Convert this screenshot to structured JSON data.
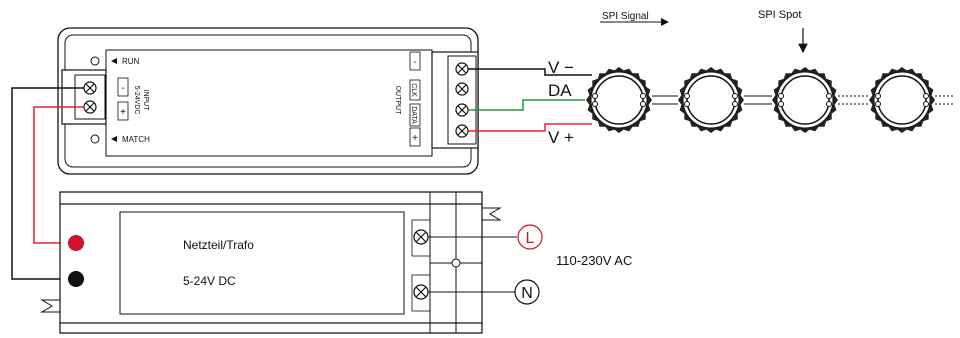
{
  "controller": {
    "run_label": "RUN",
    "match_label": "MATCH",
    "input_title": "INPUT",
    "input_voltage": "5-24VDC",
    "input_minus": "-",
    "input_plus": "+",
    "output_title": "OUTPUT",
    "output_clk": "CLK",
    "output_data": "DATA",
    "output_minus": "-",
    "output_plus": "+"
  },
  "wires": {
    "v_minus": "V −",
    "da": "DA",
    "v_plus": "V +"
  },
  "signal": {
    "spi_signal": "SPI Signal",
    "spi_spot": "SPI Spot"
  },
  "psu": {
    "name": "Netzteil/Trafo",
    "voltage": "5-24V DC",
    "terminal_l": "L",
    "terminal_n": "N",
    "ac_label": "110-230V AC"
  },
  "colors": {
    "positive_wire": "#e8222e",
    "negative_wire": "#111111",
    "data_wire": "#1f9a3a",
    "red_terminal": "#d1122a"
  }
}
